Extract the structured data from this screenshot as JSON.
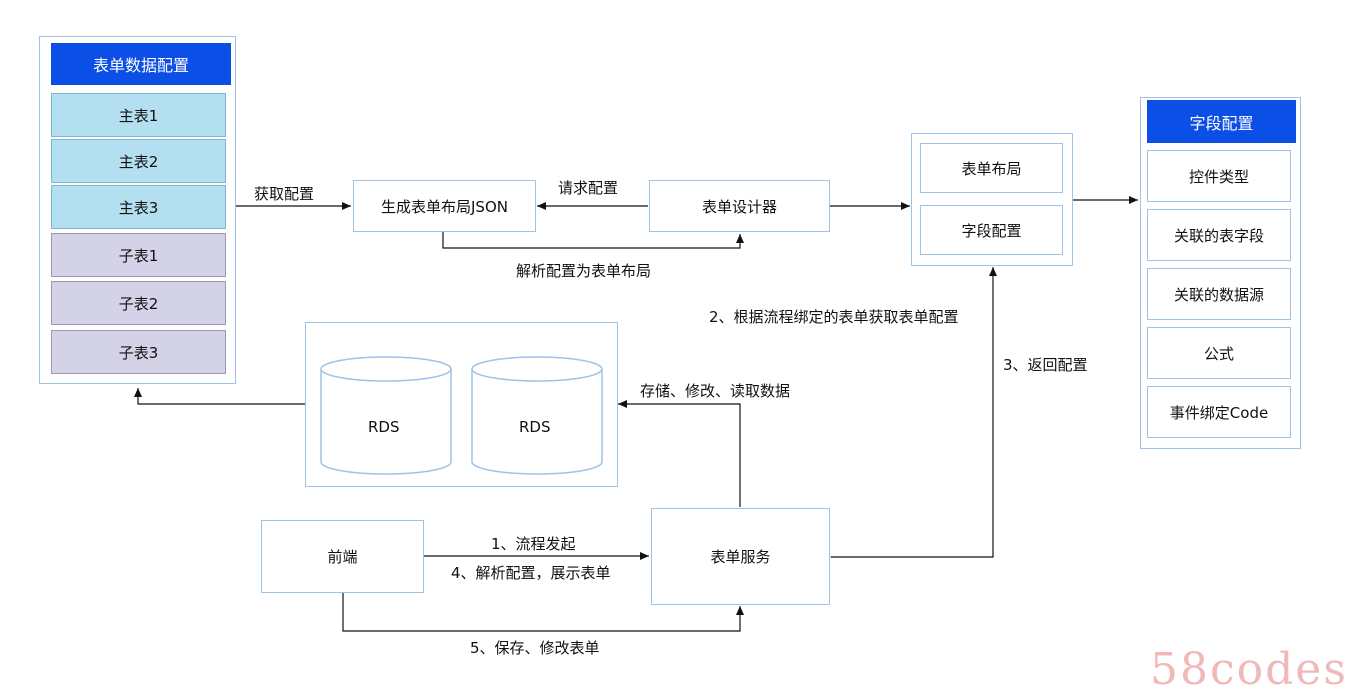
{
  "left_panel": {
    "title": "表单数据配置",
    "main_tables": [
      "主表1",
      "主表2",
      "主表3"
    ],
    "sub_tables": [
      "子表1",
      "子表2",
      "子表3"
    ]
  },
  "nodes": {
    "json_gen": "生成表单布局JSON",
    "designer": "表单设计器",
    "layout": "表单布局",
    "field_config": "字段配置",
    "frontend": "前端",
    "form_service": "表单服务",
    "rds1": "RDS",
    "rds2": "RDS"
  },
  "right_panel": {
    "title": "字段配置",
    "items": [
      "控件类型",
      "关联的表字段",
      "关联的数据源",
      "公式",
      "事件绑定Code"
    ]
  },
  "edges": {
    "get_config": "获取配置",
    "request_config": "请求配置",
    "parse_config": "解析配置为表单布局",
    "step2": "2、根据流程绑定的表单获取表单配置",
    "step3": "3、返回配置",
    "storage": "存储、修改、读取数据",
    "step1": "1、流程发起",
    "step4": "4、解析配置，展示表单",
    "step5": "5、保存、修改表单"
  },
  "watermark": "58codes",
  "colors": {
    "header": "#0b4fe6",
    "main_table": "#b3dff0",
    "sub_table": "#d4d2e6",
    "border": "#9ec3e6"
  }
}
